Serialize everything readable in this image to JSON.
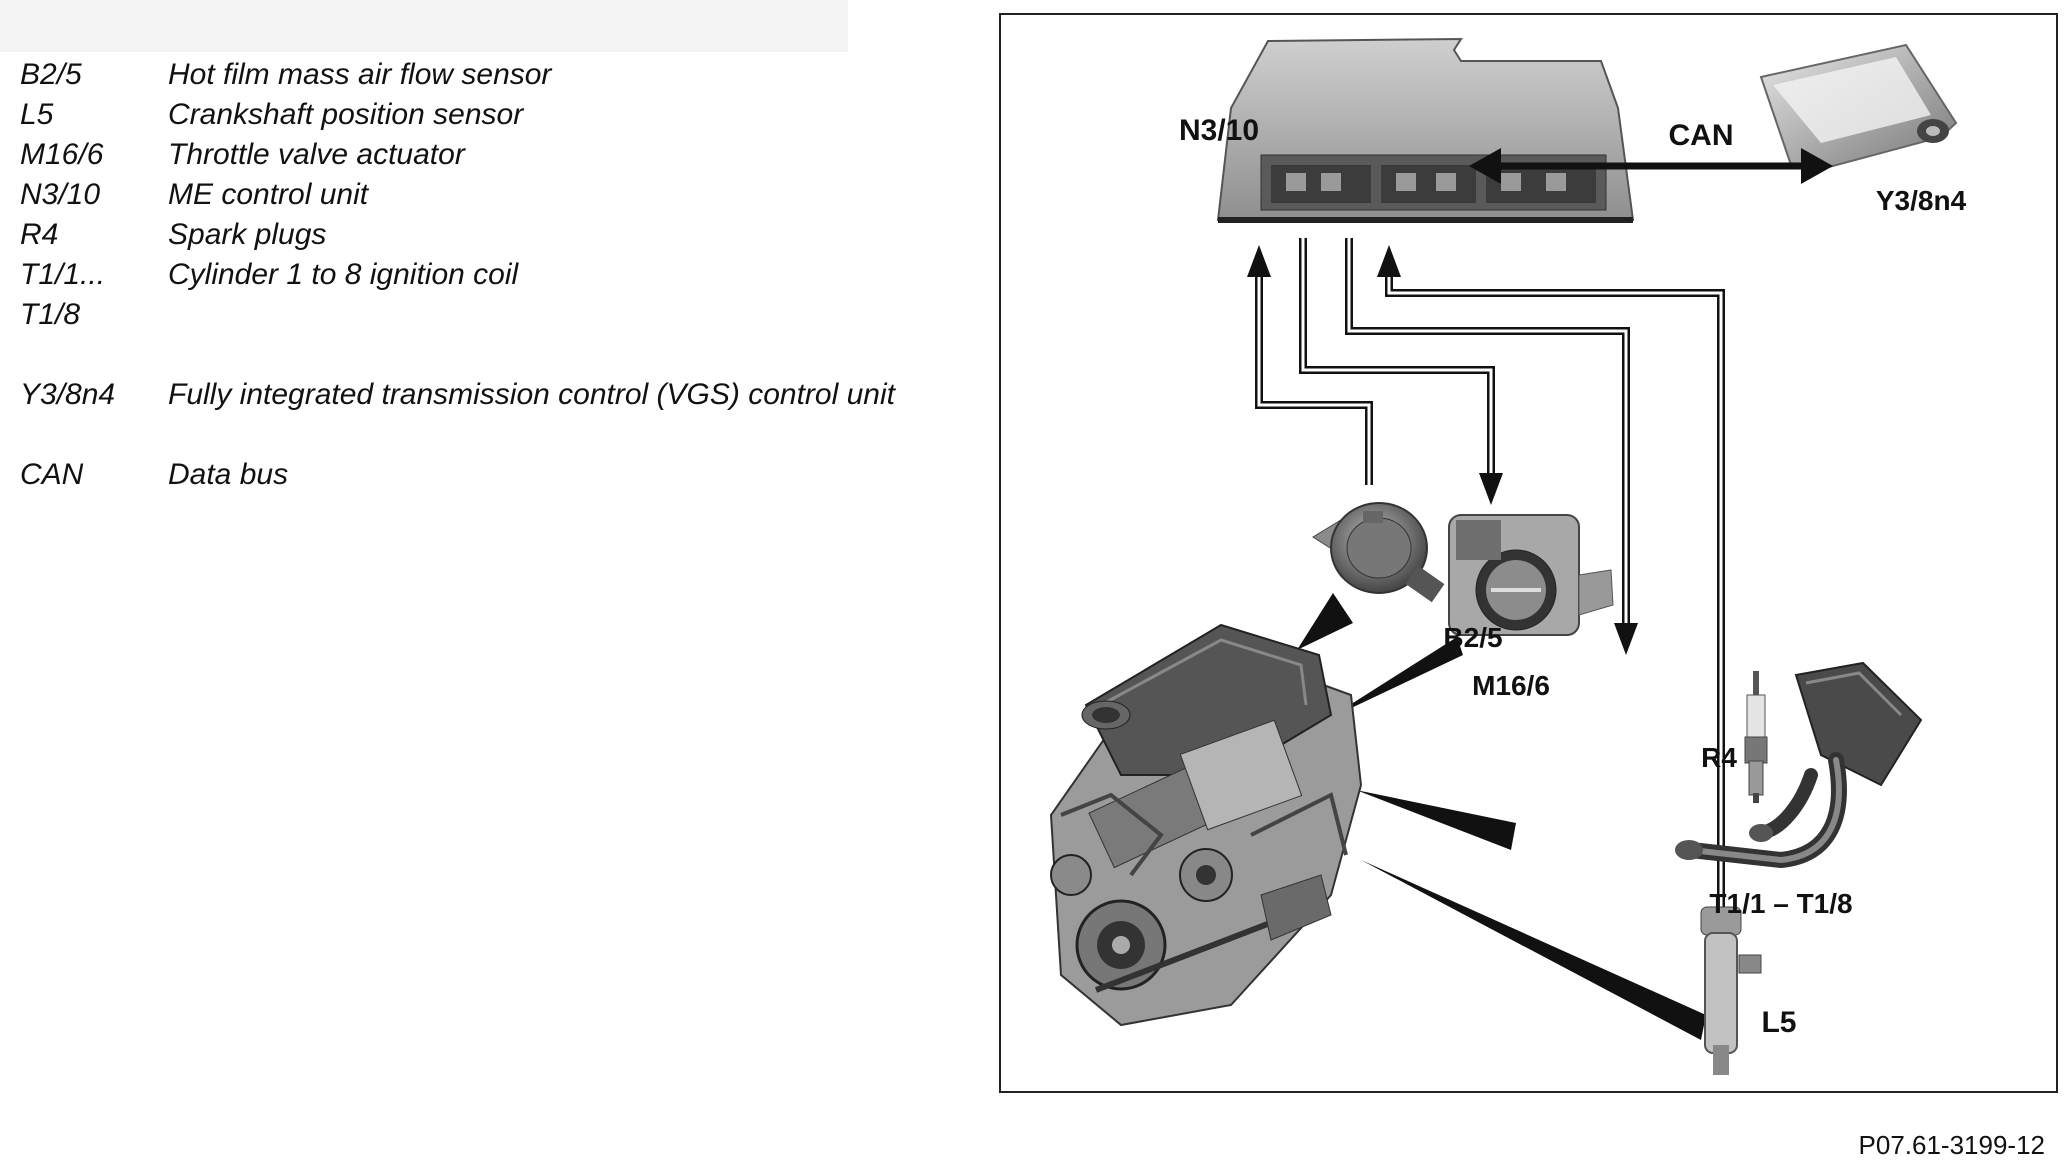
{
  "legend": [
    {
      "code": "B2/5",
      "desc": "Hot film mass air flow sensor"
    },
    {
      "code": "L5",
      "desc": "Crankshaft position sensor"
    },
    {
      "code": "M16/6",
      "desc": "Throttle valve actuator"
    },
    {
      "code": "N3/10",
      "desc": "ME control unit"
    },
    {
      "code": "R4",
      "desc": "Spark plugs"
    },
    {
      "code": "T1/1...",
      "desc": "Cylinder 1 to 8 ignition coil"
    },
    {
      "code": "T1/8",
      "desc": ""
    },
    {
      "code": "",
      "desc": ""
    },
    {
      "code": "Y3/8n4",
      "desc": "Fully integrated transmission control (VGS) control unit"
    },
    {
      "code": "",
      "desc": ""
    },
    {
      "code": "CAN",
      "desc": "Data bus"
    }
  ],
  "diagram": {
    "labels": {
      "ecu": "N3/10",
      "can": "CAN",
      "tcu": "Y3/8n4",
      "maf": "B2/5",
      "throttle": "M16/6",
      "spark": "R4",
      "coil": "T1/1 – T1/8",
      "crank": "L5"
    }
  },
  "footer": "P07.61-3199-12"
}
